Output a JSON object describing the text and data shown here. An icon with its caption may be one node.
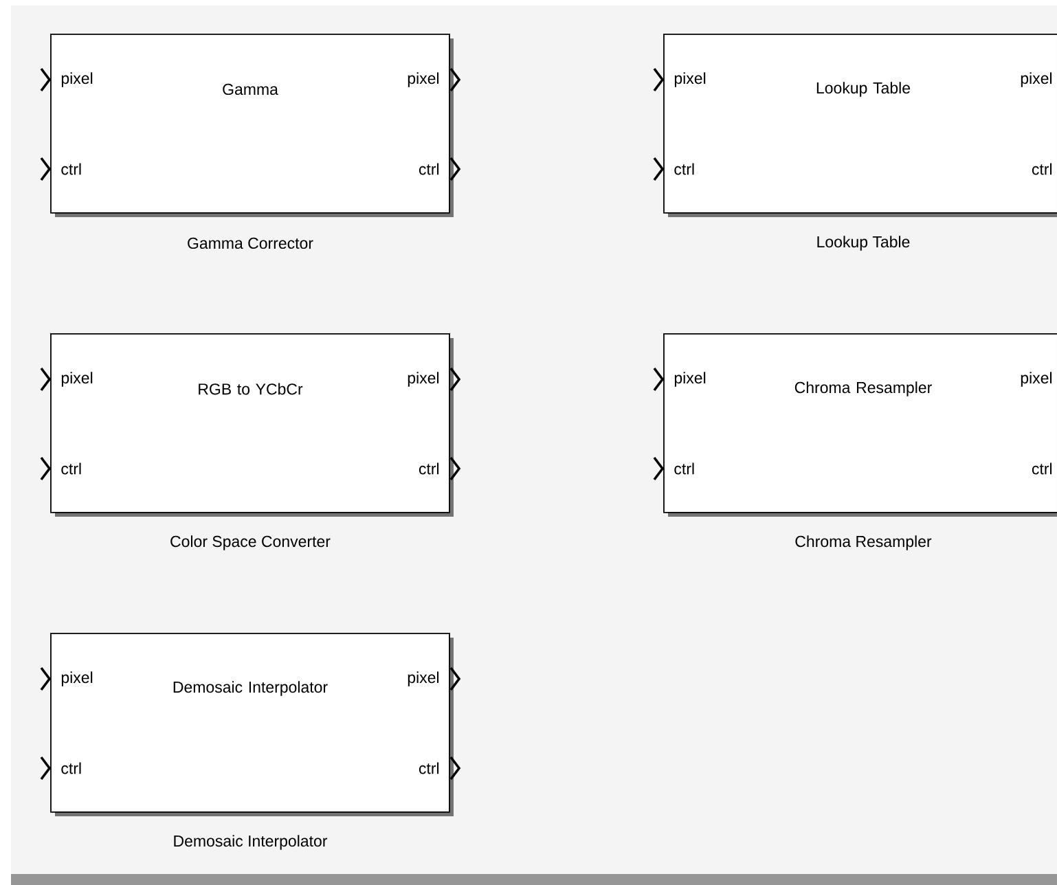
{
  "diagram": {
    "nodes": [
      {
        "text": [
          "Gamma",
          "pixel",
          "ctrl",
          "pixel",
          "ctrl"
        ],
        "beside": [
          "Gamma Corrector"
        ]
      },
      {
        "text": [
          "Lookup Table",
          "pixel",
          "ctrl",
          "pixel",
          "ctrl"
        ],
        "beside": [
          "Lookup Table"
        ]
      },
      {
        "text": [
          "RGB to YCbCr",
          "pixel",
          "ctrl",
          "pixel",
          "ctrl"
        ],
        "beside": [
          "Color Space Converter"
        ]
      },
      {
        "text": [
          "Chroma Resampler",
          "pixel",
          "ctrl",
          "pixel",
          "ctrl"
        ],
        "beside": [
          "Chroma Resampler"
        ]
      },
      {
        "text": [
          "Demosaic Interpolator",
          "pixel",
          "ctrl",
          "pixel",
          "ctrl"
        ],
        "beside": [
          "Demosaic Interpolator"
        ]
      }
    ]
  }
}
